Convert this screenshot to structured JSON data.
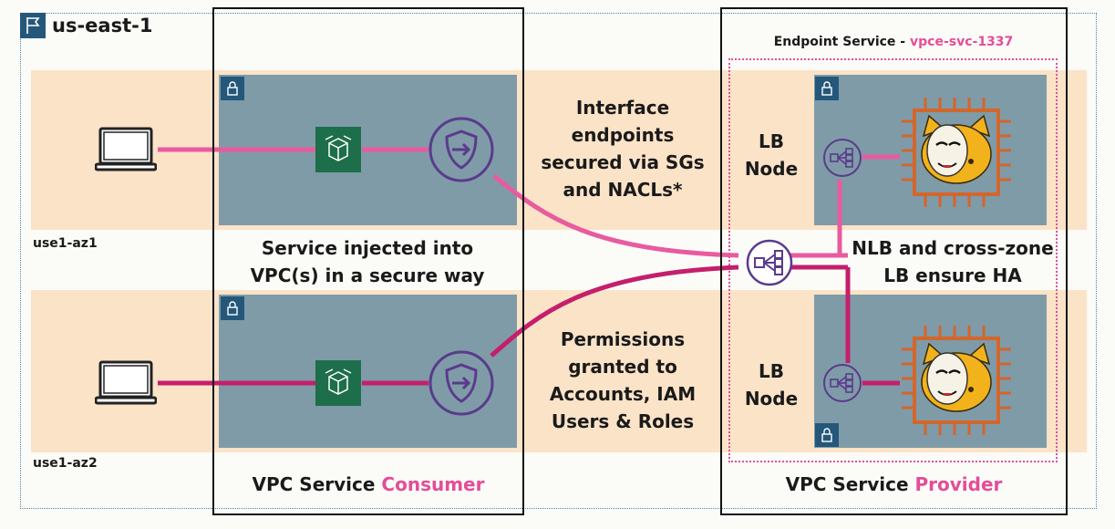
{
  "region": {
    "label": "us-east-1",
    "icon": "flag-icon"
  },
  "availability_zones": [
    {
      "label": "use1-az1"
    },
    {
      "label": "use1-az2"
    }
  ],
  "endpoint_service": {
    "prefix": "Endpoint Service - ",
    "id": "vpce-svc-1337"
  },
  "consumer": {
    "prefix": "VPC Service ",
    "highlight": "Consumer"
  },
  "provider": {
    "prefix": "VPC Service ",
    "highlight": "Provider"
  },
  "annotations": {
    "service_injected": [
      "Service injected into",
      "VPC(s) in a secure way"
    ],
    "interface_endpoints": [
      "Interface",
      "endpoints",
      "secured via SGs",
      "and NACLs*"
    ],
    "permissions": [
      "Permissions",
      "granted to",
      "Accounts, IAM",
      "Users & Roles"
    ],
    "nlb_ha": [
      "NLB and cross-zone",
      "LB ensure HA"
    ]
  },
  "lb_node_labels": [
    {
      "line1": "LB",
      "line2": "Node"
    },
    {
      "line1": "LB",
      "line2": "Node"
    }
  ],
  "colors": {
    "connector_pink": "#e85b9f",
    "connector_magenta": "#c41f6c",
    "az_band": "#fbe3c8",
    "subnet": "#7f9ba8",
    "region_icon": "#24577a",
    "accent_text": "#e44d98",
    "endpoint_icon": "#5a3b8c",
    "service_icon": "#1d6e4a",
    "chip": "#d3662b"
  },
  "icons": [
    "flag-icon",
    "lock-icon",
    "laptop-icon",
    "endpoint-service-icon",
    "interface-endpoint-icon",
    "network-load-balancer-icon",
    "lb-node-icon",
    "ec2-instance-icon",
    "mascot-image"
  ]
}
